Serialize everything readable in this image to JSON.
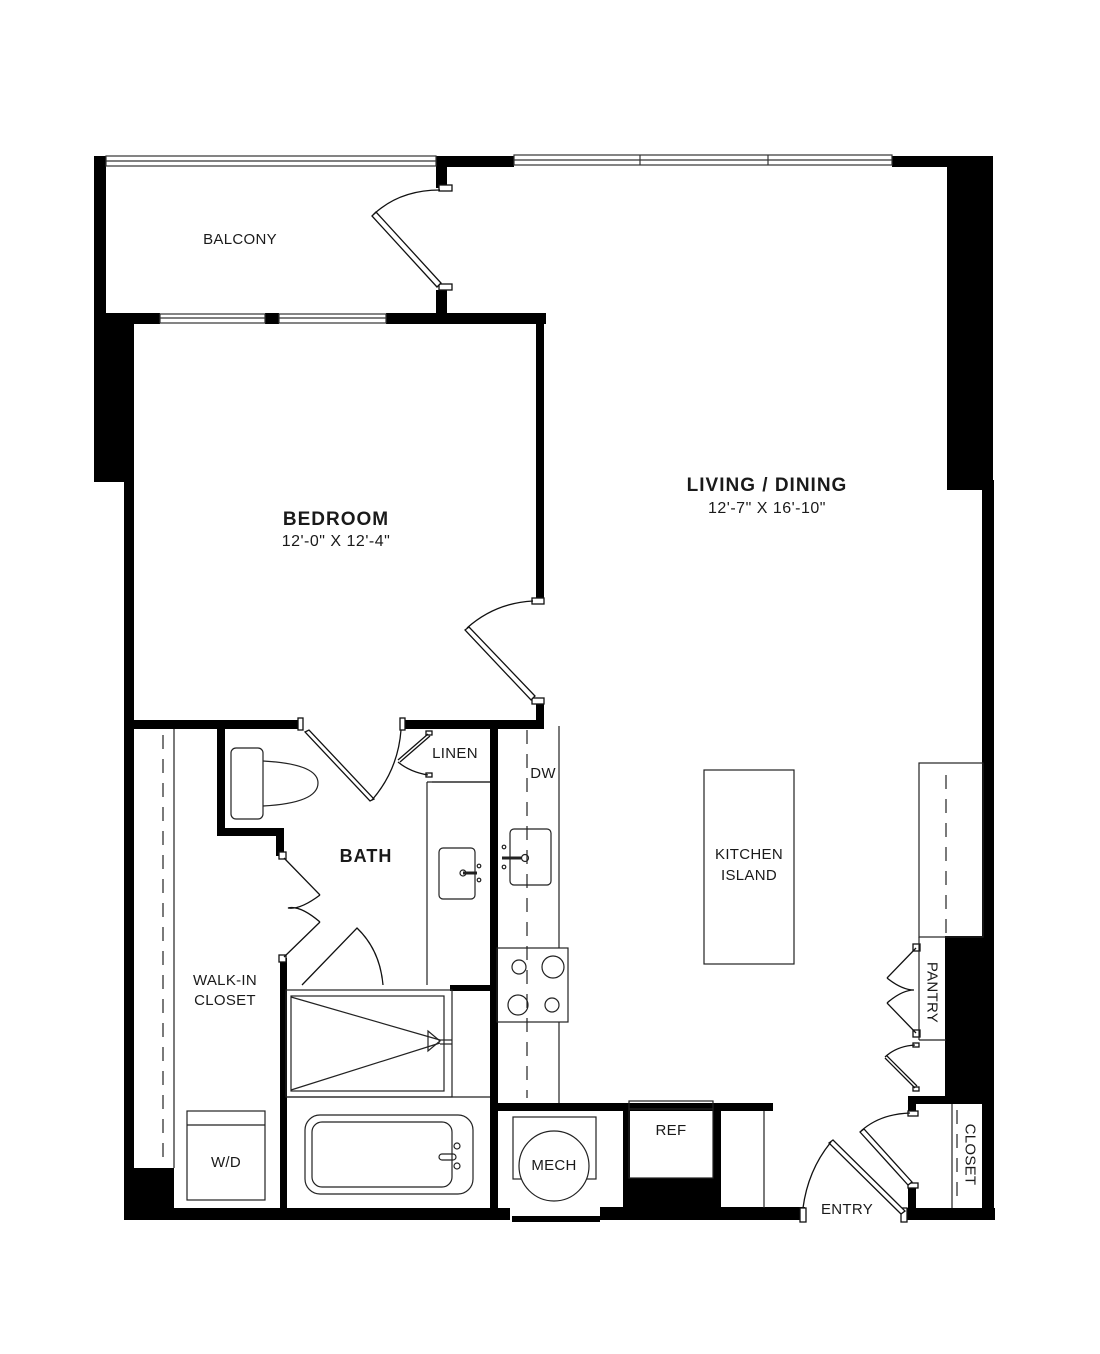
{
  "floor_plan": {
    "rooms": {
      "balcony": {
        "name": "BALCONY"
      },
      "bedroom": {
        "name": "BEDROOM",
        "dimensions": "12'-0\" X 12'-4\""
      },
      "living_dining": {
        "name": "LIVING / DINING",
        "dimensions": "12'-7\" X 16'-10\""
      },
      "bath": {
        "name": "BATH"
      },
      "linen": {
        "name": "LINEN"
      },
      "walk_in_closet": {
        "name_line1": "WALK-IN",
        "name_line2": "CLOSET"
      },
      "pantry": {
        "name": "PANTRY"
      },
      "closet": {
        "name": "CLOSET"
      },
      "entry": {
        "name": "ENTRY"
      }
    },
    "fixtures": {
      "dishwasher": "DW",
      "kitchen_island_line1": "KITCHEN",
      "kitchen_island_line2": "ISLAND",
      "refrigerator": "REF",
      "mechanical": "MECH",
      "washer_dryer": "W/D"
    },
    "colors": {
      "wall": "#000000",
      "line": "#1a1a1a",
      "background": "#ffffff"
    }
  }
}
